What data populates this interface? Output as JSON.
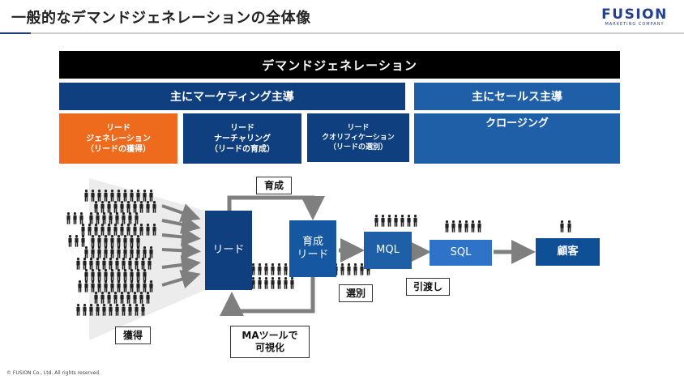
{
  "header": {
    "title": "一般的なデマンドジェネレーションの全体像",
    "logo_main": "FUSION",
    "logo_sub": "MARKETING COMPANY"
  },
  "top_bar": {
    "label": "デマンドジェネレーション"
  },
  "groups": {
    "marketing": "主にマーケティング主導",
    "sales": "主にセールス主導"
  },
  "phases": {
    "lead_gen": "リード\nジェネレーション\n（リードの獲得）",
    "nurturing": "リード\nナーチャリング\n（リードの育成）",
    "qualification": "リード\nクオリフィケーション\n（リードの選別）",
    "closing": "クロージング"
  },
  "stages": {
    "lead": "リード",
    "nurtured": "育成\nリード",
    "mql": "MQL",
    "sql": "SQL",
    "customer": "顧客"
  },
  "labels": {
    "nurture": "育成",
    "acquire": "獲得",
    "select": "選別",
    "handover": "引渡し",
    "ma": "MAツールで\n可視化"
  },
  "colors": {
    "black": "#000000",
    "navy": "#0f3f7f",
    "blue": "#1f5fa8",
    "orange": "#ee6a1c",
    "gray_arrow": "#7f7f7f",
    "funnel": "#ececec",
    "people": "#222222"
  },
  "footer": {
    "copyright": "© FUSION Co., Ltd. All rights reserved."
  }
}
